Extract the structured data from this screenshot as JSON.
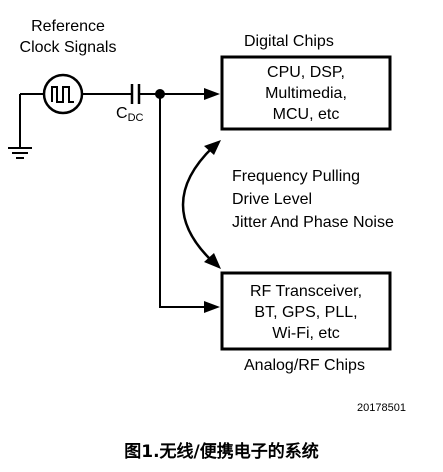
{
  "reference": {
    "line1": "Reference",
    "line2": "Clock Signals"
  },
  "capacitor": {
    "label": "C",
    "subscript": "DC"
  },
  "digital": {
    "title": "Digital Chips",
    "lines": [
      "CPU, DSP,",
      "Multimedia,",
      "MCU, etc"
    ]
  },
  "analog": {
    "title": "Analog/RF Chips",
    "lines": [
      "RF Transceiver,",
      "BT, GPS, PLL,",
      "Wi-Fi, etc"
    ]
  },
  "effects": [
    "Frequency Pulling",
    "Drive Level",
    "Jitter And Phase Noise"
  ],
  "figure_code": "20178501",
  "caption": "图1.无线/便携电子的系统"
}
